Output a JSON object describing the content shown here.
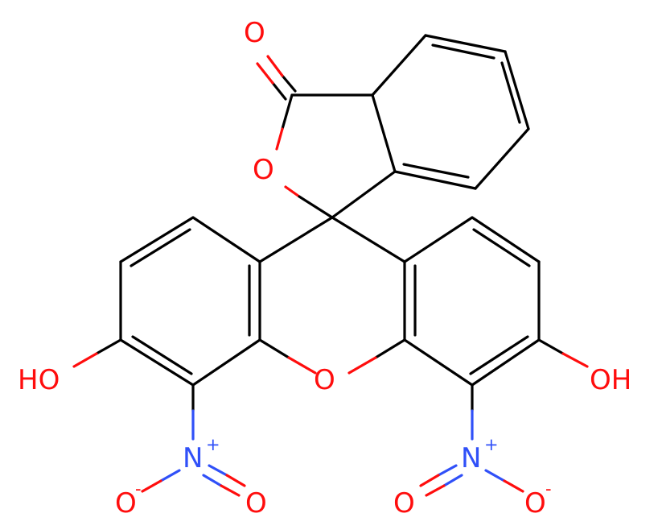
{
  "colors": {
    "background": "#ffffff",
    "carbon_bond": "#000000",
    "oxygen": "#ff0d0d",
    "nitrogen": "#3050f8"
  },
  "labels": {
    "carbonyl_o": "O",
    "lactone_o": "O",
    "xanthene_o": "O",
    "hydroxyl_left": "HO",
    "hydroxyl_right": "OH",
    "nitro_left_n": "N",
    "nitro_left_n_charge": "+",
    "nitro_left_o_minus": "O",
    "nitro_left_o_minus_charge": "-",
    "nitro_left_o": "O",
    "nitro_right_n": "N",
    "nitro_right_n_charge": "+",
    "nitro_right_o": "O",
    "nitro_right_o_minus": "O",
    "nitro_right_o_minus_charge": "-"
  }
}
